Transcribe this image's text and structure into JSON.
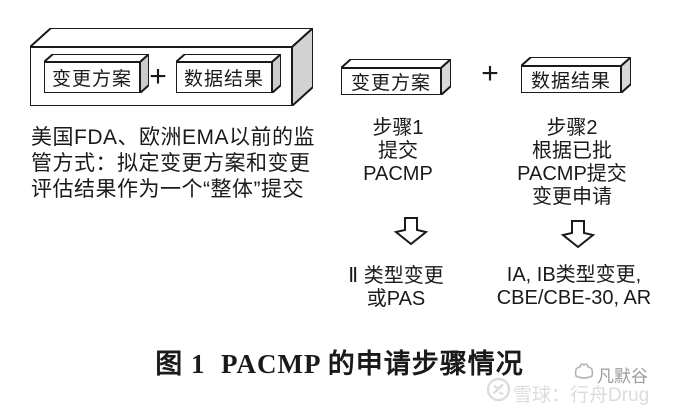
{
  "figure": {
    "combined": {
      "box1_label": "变更方案",
      "plus": "+",
      "box2_label": "数据结果",
      "note": "美国FDA、欧洲EMA以前的监\n管方式：拟定变更方案和变更\n评估结果作为一个“整体”提交"
    },
    "step1": {
      "box_label": "变更方案",
      "plus": "+",
      "text": "步骤1\n提交\nPACMP",
      "result": "Ⅱ 类型变更\n或PAS"
    },
    "step2": {
      "box_label": "数据结果",
      "text": "步骤2\n根据已批\nPACMP提交\n变更申请",
      "result": "IA, IB类型变更,\nCBE/CBE-30, AR"
    },
    "caption": "图 1  PACMP 的申请步骤情况"
  },
  "watermark": {
    "xueqiu_text": "雪球：行舟Drug",
    "fanmogu_text": "凡默谷",
    "icons": {
      "xueqiu_logo": "circled-snowball-icon",
      "fanmogu_logo": "valley-outline-icon"
    }
  },
  "colors": {
    "box_side": "#d2d2d2",
    "line": "#1a1a1a",
    "watermark_light": "#dcdcdc",
    "watermark_mid": "#9b9b9b"
  }
}
